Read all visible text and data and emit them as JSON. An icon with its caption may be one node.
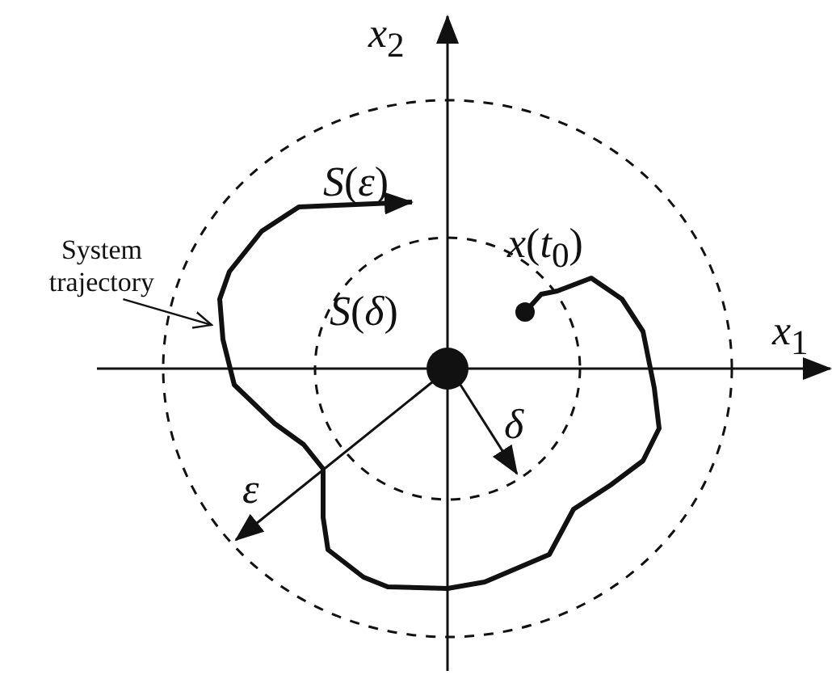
{
  "diagram": {
    "nodes": [
      {
        "text": [
          "System trajectory"
        ]
      },
      {
        "text": [],
        "shape": "curve"
      }
    ],
    "edges": [
      {
        "from": 0,
        "to": 1,
        "arrow": "to"
      }
    ],
    "labels": [
      "*x*$_{2}$",
      "*S*(*ε*)",
      "*x*(*t*$_{0}$)",
      "*S*(*δ*)",
      "*x*$_{1}$",
      "*δ*",
      "*ε*"
    ]
  }
}
